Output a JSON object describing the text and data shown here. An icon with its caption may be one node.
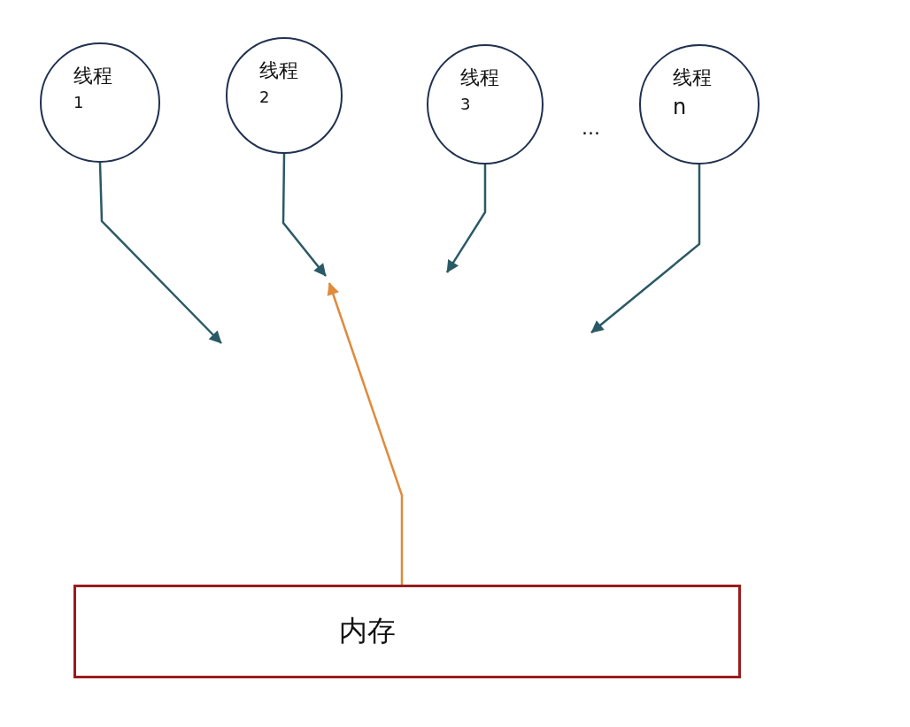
{
  "diagram": {
    "nodes": [
      {
        "text": [
          "线程",
          "1"
        ]
      },
      {
        "text": [
          "线程",
          "2"
        ]
      },
      {
        "text": [
          "线程",
          "3"
        ]
      },
      {
        "text": [
          "线程",
          "n"
        ]
      },
      {
        "text": [
          "内存"
        ]
      }
    ],
    "edges": [
      {
        "from": 0,
        "to": null,
        "arrow": "to"
      },
      {
        "from": 1,
        "to": null,
        "arrow": "to"
      },
      {
        "from": 2,
        "to": null,
        "arrow": "to"
      },
      {
        "from": 3,
        "to": null,
        "arrow": "to"
      },
      {
        "from": 4,
        "to": null,
        "arrow": "to",
        "color": "#e08a3c"
      }
    ],
    "labels": [
      "..."
    ]
  }
}
